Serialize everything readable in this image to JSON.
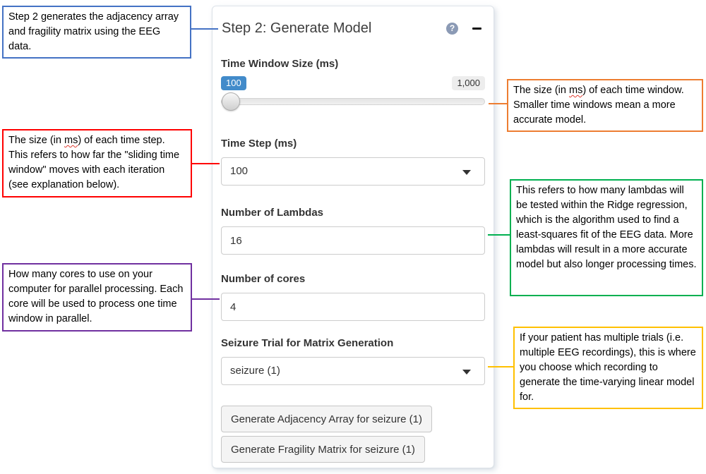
{
  "panel": {
    "title": "Step 2: Generate Model",
    "help_icon_glyph": "?",
    "time_window": {
      "label": "Time Window Size (ms)",
      "value": "100",
      "max": "1,000"
    },
    "time_step": {
      "label": "Time Step (ms)",
      "value": "100"
    },
    "lambdas": {
      "label": "Number of Lambdas",
      "value": "16"
    },
    "cores": {
      "label": "Number of cores",
      "value": "4"
    },
    "seizure_trial": {
      "label": "Seizure Trial for Matrix Generation",
      "value": "seizure (1)"
    },
    "buttons": {
      "adjacency": "Generate Adjacency Array for seizure (1)",
      "fragility": "Generate Fragility Matrix for seizure (1)"
    }
  },
  "colors": {
    "slider_badge_blue": "#428bca",
    "callout_blue": "#4472c4",
    "callout_red": "#ff0000",
    "callout_purple": "#7030a0",
    "callout_orange": "#ed7d31",
    "callout_green": "#00b050",
    "callout_yellow": "#ffc000"
  },
  "callouts": {
    "step2": {
      "color": "#4472c4",
      "parts": [
        {
          "text": "Step 2 generates the adjacency array and fragility matrix using the EEG data."
        }
      ]
    },
    "timestep": {
      "color": "#ff0000",
      "parts": [
        {
          "text": "The size (in "
        },
        {
          "text": "ms",
          "wavy": true
        },
        {
          "text": ") of each time step. This refers to how far the \"sliding time window\" moves with each iteration (see explanation below)."
        }
      ]
    },
    "cores": {
      "color": "#7030a0",
      "parts": [
        {
          "text": "How many cores to use on your computer for parallel processing. Each core will be used to process one time window in parallel."
        }
      ]
    },
    "window": {
      "color": "#ed7d31",
      "parts": [
        {
          "text": "The size (in "
        },
        {
          "text": "ms",
          "wavy": true
        },
        {
          "text": ") of each time window. Smaller time windows mean a more accurate model."
        }
      ]
    },
    "lambdas": {
      "color": "#00b050",
      "parts": [
        {
          "text": "This refers to how many lambdas will be tested within the Ridge regression, which is the algorithm used to find a least-squares fit of the EEG data. More lambdas will result in a more accurate model but also longer processing times."
        }
      ]
    },
    "seizure": {
      "color": "#ffc000",
      "parts": [
        {
          "text": "If your patient has multiple trials (i.e. multiple EEG recordings), this is where you choose which recording to generate the time-varying linear model for."
        }
      ]
    }
  }
}
